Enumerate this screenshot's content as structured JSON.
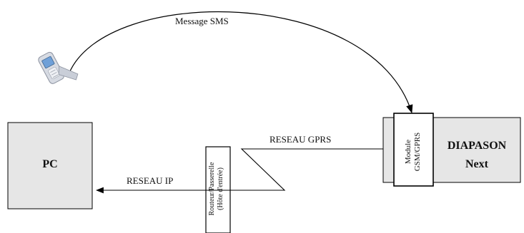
{
  "labels": {
    "sms_message": "Message SMS",
    "gprs_network": "RESEAU GPRS",
    "ip_network": "RESEAU IP",
    "pc": "PC",
    "diapason_line1": "DIAPASON",
    "diapason_line2": "Next",
    "gsm_module_line1": "Module",
    "gsm_module_line2": "GSM/GPRS",
    "router_line1": "Routeur/Passerelle",
    "router_line2": "(Hôte d'entrée)"
  },
  "colors": {
    "box_fill": "#e6e6e6",
    "stroke": "#000000",
    "phone_body": "#d7dbe3",
    "phone_screen": "#6fa0d8"
  },
  "icons": {
    "phone": "mobile-phone-icon"
  }
}
